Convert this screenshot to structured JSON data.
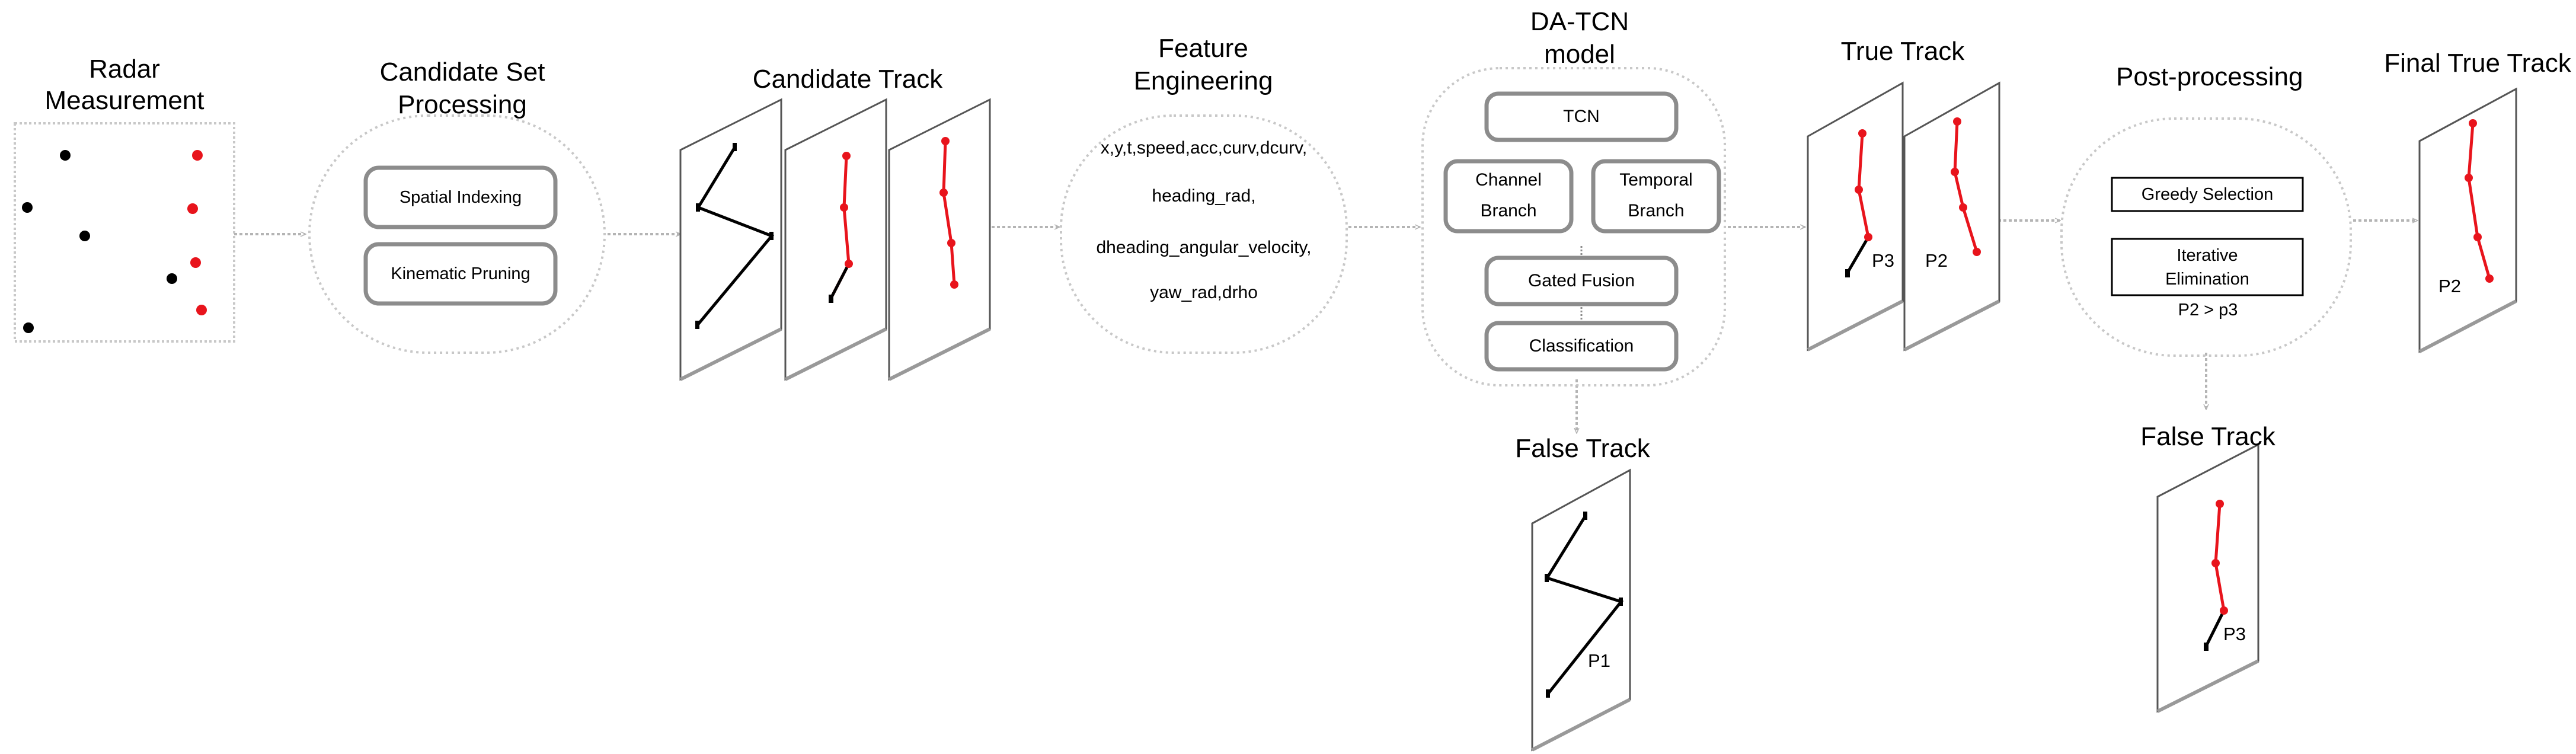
{
  "stages": {
    "radar": {
      "title_line1": "Radar",
      "title_line2": "Measurement"
    },
    "candidate_set": {
      "title_line1": "Candidate Set",
      "title_line2": "Processing",
      "step1": "Spatial Indexing",
      "step2": "Kinematic Pruning"
    },
    "candidate_track": {
      "title": "Candidate Track"
    },
    "feature_engineering": {
      "title_line1": "Feature",
      "title_line2": "Engineering",
      "line1": "x,y,t,speed,acc,curv,dcurv,",
      "line2": "heading_rad,",
      "line3": "dheading_angular_velocity,",
      "line4": "yaw_rad,drho"
    },
    "model": {
      "title_line1": "DA-TCN",
      "title_line2": "model",
      "tcn": "TCN",
      "channel_line1": "Channel",
      "channel_line2": "Branch",
      "temporal_line1": "Temporal",
      "temporal_line2": "Branch",
      "fusion": "Gated Fusion",
      "classification": "Classification"
    },
    "false_track_model": {
      "title": "False Track",
      "point": "P1"
    },
    "true_track": {
      "title": "True Track",
      "point_a": "P3",
      "point_b": "P2"
    },
    "post_processing": {
      "title": "Post-processing",
      "greedy": "Greedy Selection",
      "iterative_line1": "Iterative",
      "iterative_line2": "Elimination",
      "rule": "P2 > p3"
    },
    "false_track_post": {
      "title": "False Track",
      "point": "P3"
    },
    "final_true_track": {
      "title": "Final True Track",
      "point": "P2"
    }
  },
  "colors": {
    "track_red": "#e8141c",
    "track_black": "#000000",
    "box_border": "#8c8c8c",
    "dotted_outline": "#c8c8c8",
    "panel_border": "#555555",
    "arrow": "#b4b4b4"
  }
}
